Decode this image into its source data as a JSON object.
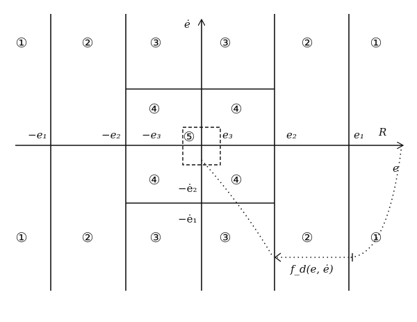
{
  "regions": {
    "r1": "①",
    "r2": "②",
    "r3": "③",
    "r4": "④",
    "r5": "⑤"
  },
  "axes": {
    "vertical": "ė",
    "horizontal": "R",
    "curve": "e"
  },
  "labels": {
    "neg_e1": "−e₁",
    "neg_e2": "−e₂",
    "neg_e3": "−e₃",
    "e3": "e₃",
    "e2": "e₂",
    "e1": "e₁",
    "neg_edot2": "−ė₂",
    "neg_edot1": "−ė₁",
    "fd": "f_d(e, ė)"
  }
}
